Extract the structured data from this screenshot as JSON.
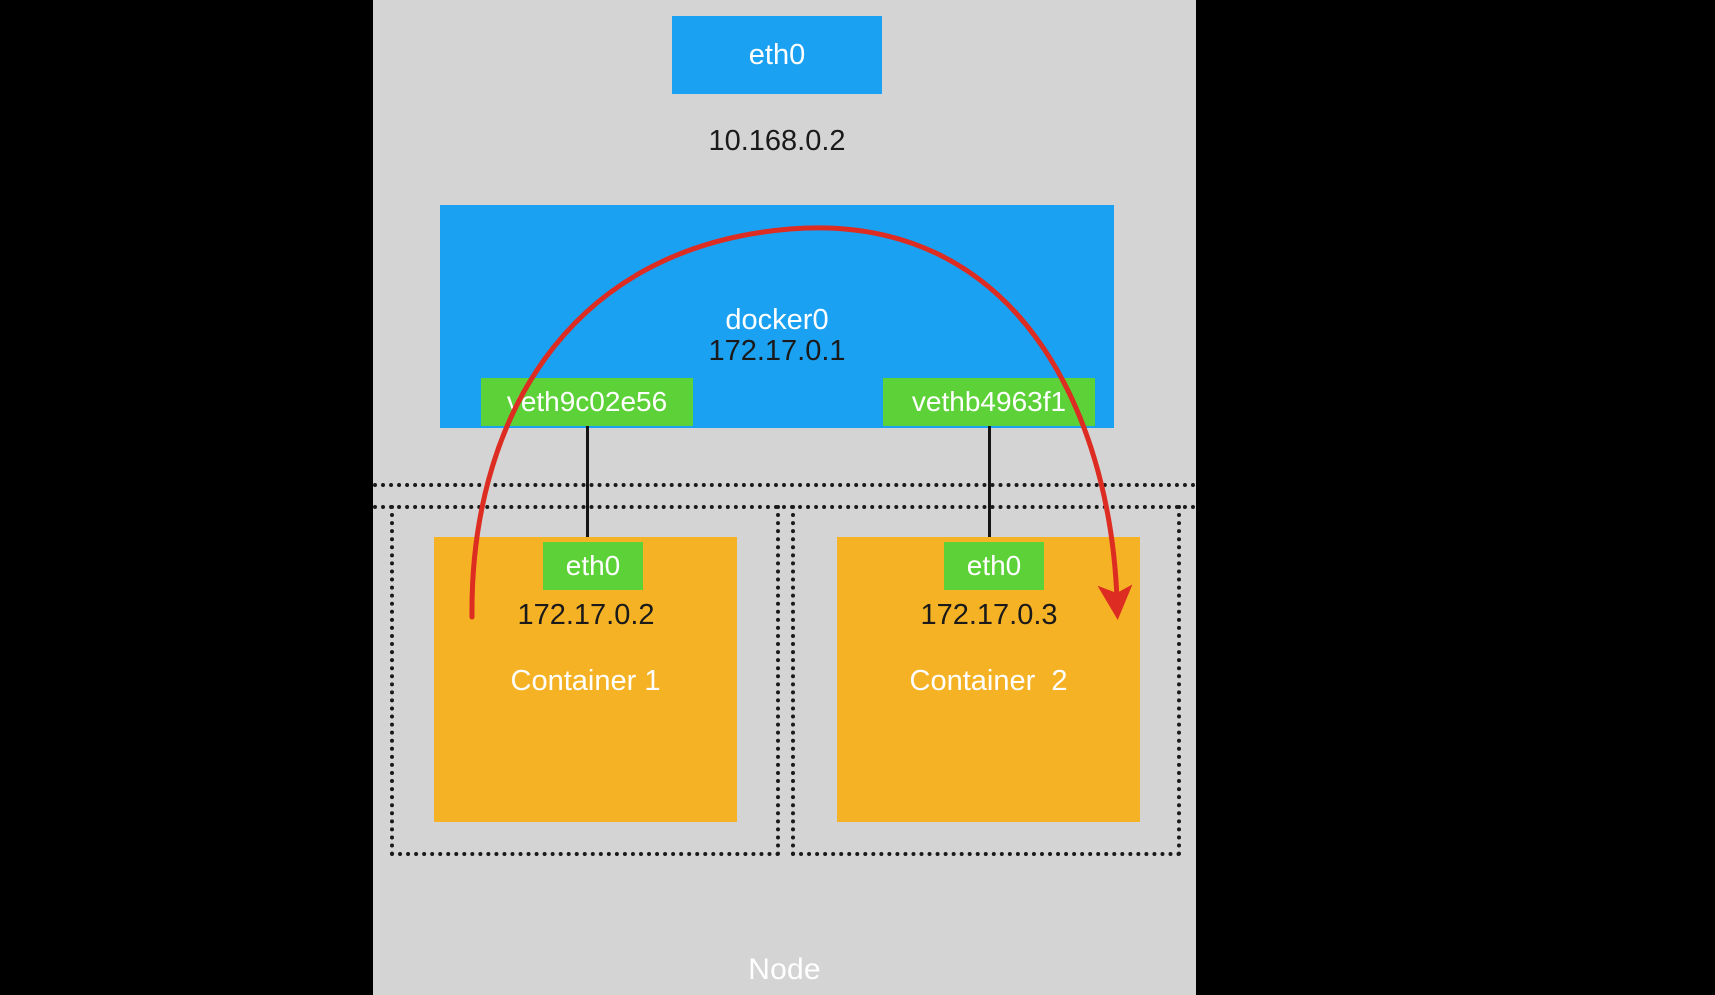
{
  "diagram": {
    "title": "Docker container networking on a node",
    "node": {
      "label": "Node",
      "background_color": "#d4d4d4"
    },
    "host_interface": {
      "name": "eth0",
      "ip": "10.168.0.2",
      "color": "#1ba1f2"
    },
    "bridge": {
      "name": "docker0",
      "ip": "172.17.0.1",
      "color": "#1ba1f2"
    },
    "veth_pairs": [
      {
        "name": "veth9c02e56",
        "color": "#5dd138"
      },
      {
        "name": "vethb4963f1",
        "color": "#5dd138"
      }
    ],
    "containers": [
      {
        "name": "Container 1",
        "interface": "eth0",
        "ip": "172.17.0.2",
        "color": "#f5b225",
        "interface_color": "#5dd138"
      },
      {
        "name": "Container  2",
        "interface": "eth0",
        "ip": "172.17.0.3",
        "color": "#f5b225",
        "interface_color": "#5dd138"
      }
    ],
    "traffic_flow": {
      "description": "packet path from Container 1 to Container 2 over docker0",
      "color": "#dd2c22",
      "style": "curved-arrow"
    },
    "canvas_background": "#000000"
  }
}
